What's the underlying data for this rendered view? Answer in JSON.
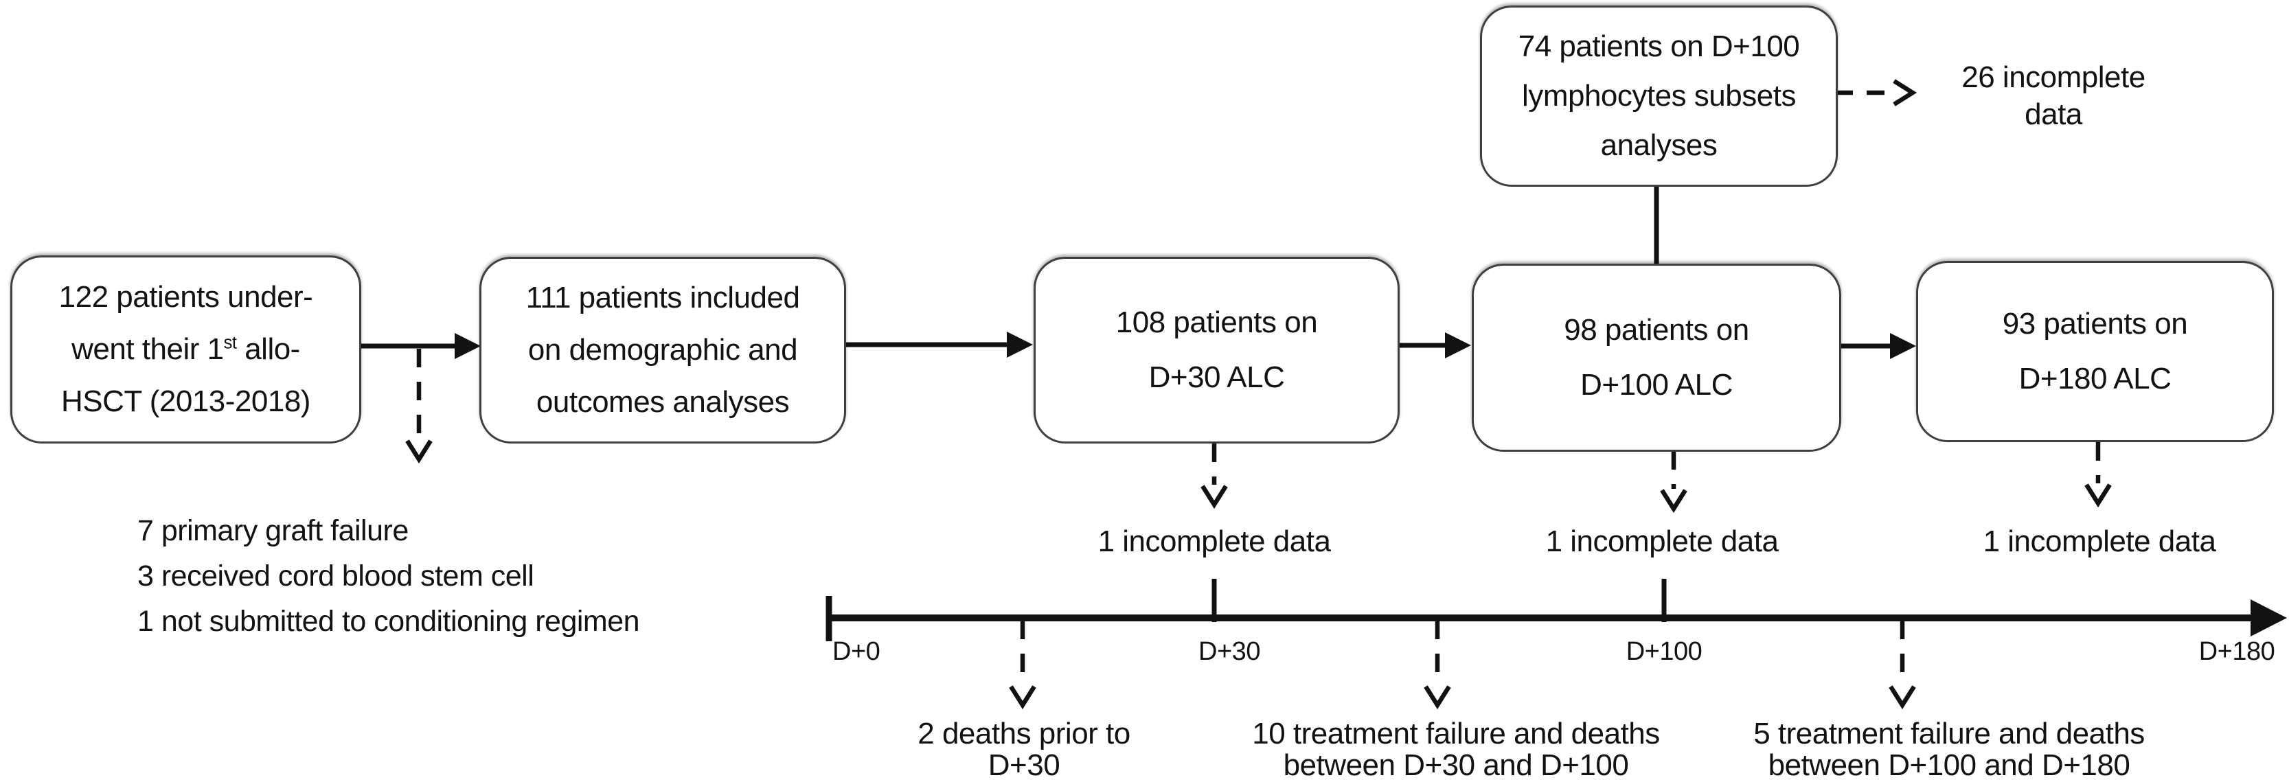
{
  "colors": {
    "ink": "#111111",
    "box_border": "#3f3f3f",
    "background": "#ffffff"
  },
  "boxes": {
    "underwent": {
      "line1": "122 patients under-",
      "line2_pre": "went their 1",
      "line2_sup": "st",
      "line2_post": " allo-",
      "line3": "HSCT (2013-2018)"
    },
    "included": {
      "line1": "111 patients included",
      "line2": "on demographic and",
      "line3": "outcomes analyses"
    },
    "d30_alc": {
      "line1": "108 patients on",
      "line2": "D+30 ALC"
    },
    "d100_alc": {
      "line1": "98 patients on",
      "line2": "D+100 ALC"
    },
    "d180_alc": {
      "line1": "93 patients on",
      "line2": "D+180 ALC"
    },
    "lymphocytes": {
      "line1": "74 patients on D+100",
      "line2": "lymphocytes subsets",
      "line3": "analyses"
    }
  },
  "annotations": {
    "incomplete_top": {
      "line1": "26 incomplete",
      "line2": "data"
    },
    "exclusions": [
      "7 primary graft failure",
      "3 received cord blood stem cell",
      "1 not submitted to conditioning regimen"
    ],
    "incomplete_d30": "1 incomplete data",
    "incomplete_d100": "1 incomplete data",
    "incomplete_d180": "1 incomplete data",
    "deaths_pre_d30": {
      "line1": "2 deaths prior to",
      "line2": "D+30"
    },
    "failures_d30_d100": {
      "line1": "10 treatment failure and deaths",
      "line2": "between D+30 and D+100"
    },
    "failures_d100_d180": {
      "line1": "5 treatment failure and deaths",
      "line2": "between D+100 and D+180"
    }
  },
  "timeline": {
    "d0": "D+0",
    "d30": "D+30",
    "d100": "D+100",
    "d180": "D+180"
  }
}
